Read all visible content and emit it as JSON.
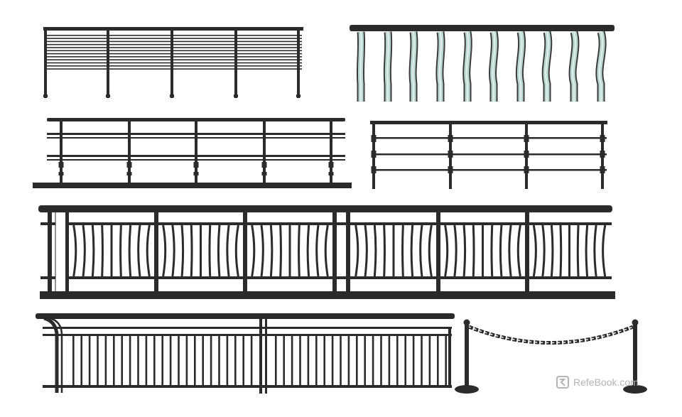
{
  "scene": {
    "background": "#ffffff",
    "metal_color": "#2b2b2b",
    "glass_color": "#bcd9d3",
    "items": [
      {
        "name": "horizontal-bar-railing",
        "style": "horizontal-bars"
      },
      {
        "name": "glass-tube-railing",
        "style": "wavy-glass-balusters"
      },
      {
        "name": "double-rail-handrail",
        "style": "double-rail"
      },
      {
        "name": "three-rail-railing",
        "style": "three-rail"
      },
      {
        "name": "curved-baluster-railing",
        "style": "curved-balusters"
      },
      {
        "name": "vertical-baluster-railing",
        "style": "vertical-balusters"
      },
      {
        "name": "chain-stanchion-barrier",
        "style": "chain-barrier"
      }
    ]
  },
  "watermark": {
    "text": "RefeBook.com",
    "icon": "relebook-logo-icon",
    "color": "#b4b4b4"
  }
}
